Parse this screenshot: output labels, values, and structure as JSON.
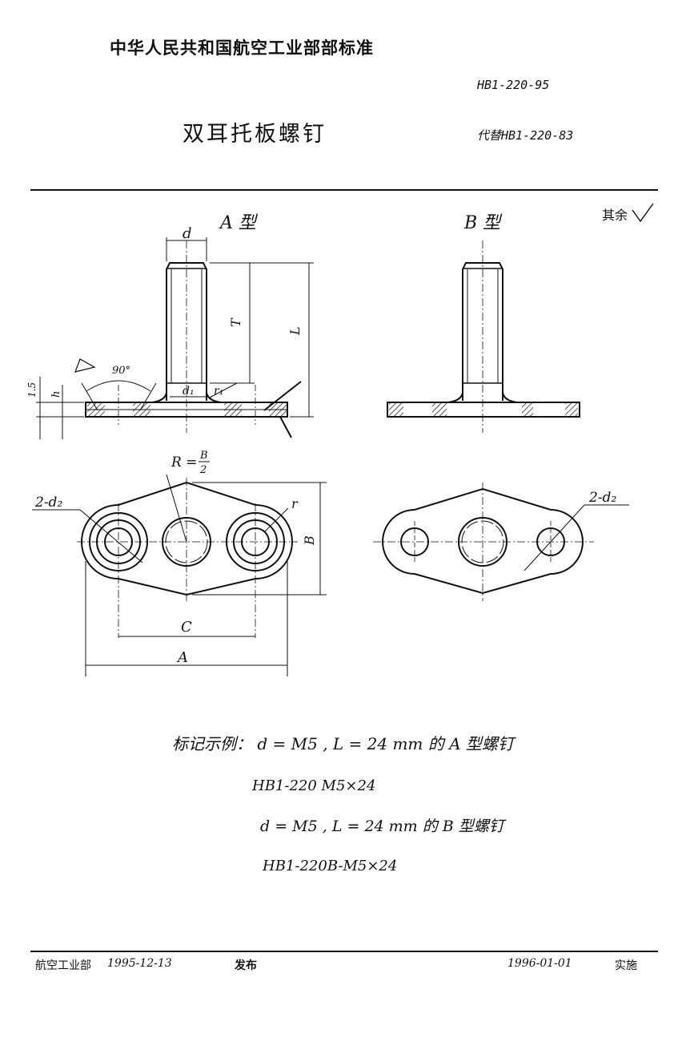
{
  "header": {
    "org": "中华人民共和国航空工业部部标准",
    "std_no": "HB1-220-95",
    "title": "双耳托板螺钉",
    "replaces": "代替HB1-220-83"
  },
  "drawing": {
    "type_a": "A 型",
    "type_b": "B 型",
    "surface_note": "其余",
    "labels": {
      "d": "d",
      "T": "T",
      "L": "L",
      "angle": "90°",
      "h": "h",
      "dim_1_5": "1.5",
      "d1": "d₁",
      "r1": "r₁",
      "R": "R =",
      "R_num": "B",
      "R_den": "2",
      "two_d2": "2-d₂",
      "r": "r",
      "B": "B",
      "C": "C",
      "A": "A"
    }
  },
  "examples": {
    "line1": "标记示例： d = M5 , L = 24 mm 的 A 型螺钉",
    "line2": "HB1-220 M5×24",
    "line3": "d = M5 , L = 24 mm 的 B 型螺钉",
    "line4": "HB1-220B-M5×24"
  },
  "footer": {
    "issuer": "航空工业部",
    "issue_date": "1995-12-13",
    "issue_label": "发布",
    "effective_date": "1996-01-01",
    "effective_label": "实施"
  }
}
